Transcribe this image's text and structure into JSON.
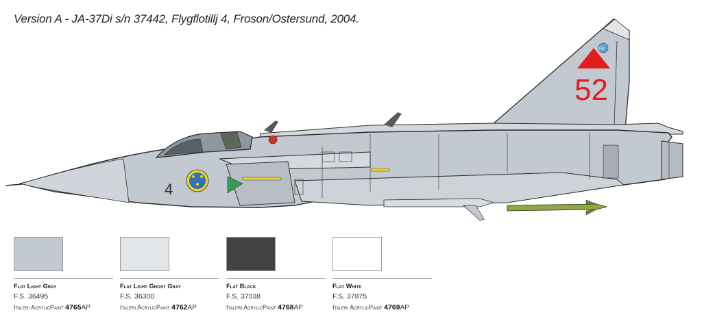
{
  "caption": "Version A - JA-37Di s/n 37442, Flygflotillj 4, Froson/Ostersund, 2004.",
  "aircraft": {
    "tail_number": "52",
    "nose_number": "4",
    "fin_badge_text": "F4",
    "colors": {
      "base": "#c2c9d0",
      "light": "#dfe3e8",
      "outline": "#2a2a2a",
      "tail_marking": "#e21d1d",
      "roundel_blue": "#2f73b8",
      "roundel_yellow": "#f0cf2a",
      "missile_green": "#8daa3c",
      "dark": "#3c3c3c"
    }
  },
  "paints": [
    {
      "name": "Flat Light Gray",
      "fs": "F.S. 36495",
      "brand": "Italeri AcrylicPaint",
      "code": "4765",
      "suffix": "AP",
      "color": "#c3c9d0"
    },
    {
      "name": "Flat Light Ghost Gray",
      "fs": "F.S. 36300",
      "brand": "Italeri AcrylicPaint",
      "code": "4762",
      "suffix": "AP",
      "color": "#e3e6e9"
    },
    {
      "name": "Flat Black",
      "fs": "F.S. 37038",
      "brand": "Italeri AcrylicPaint",
      "code": "4768",
      "suffix": "AP",
      "color": "#414244"
    },
    {
      "name": "Flat White",
      "fs": "F.S. 37875",
      "brand": "Italeri AcrylicPaint",
      "code": "4769",
      "suffix": "AP",
      "color": "#ffffff"
    }
  ]
}
